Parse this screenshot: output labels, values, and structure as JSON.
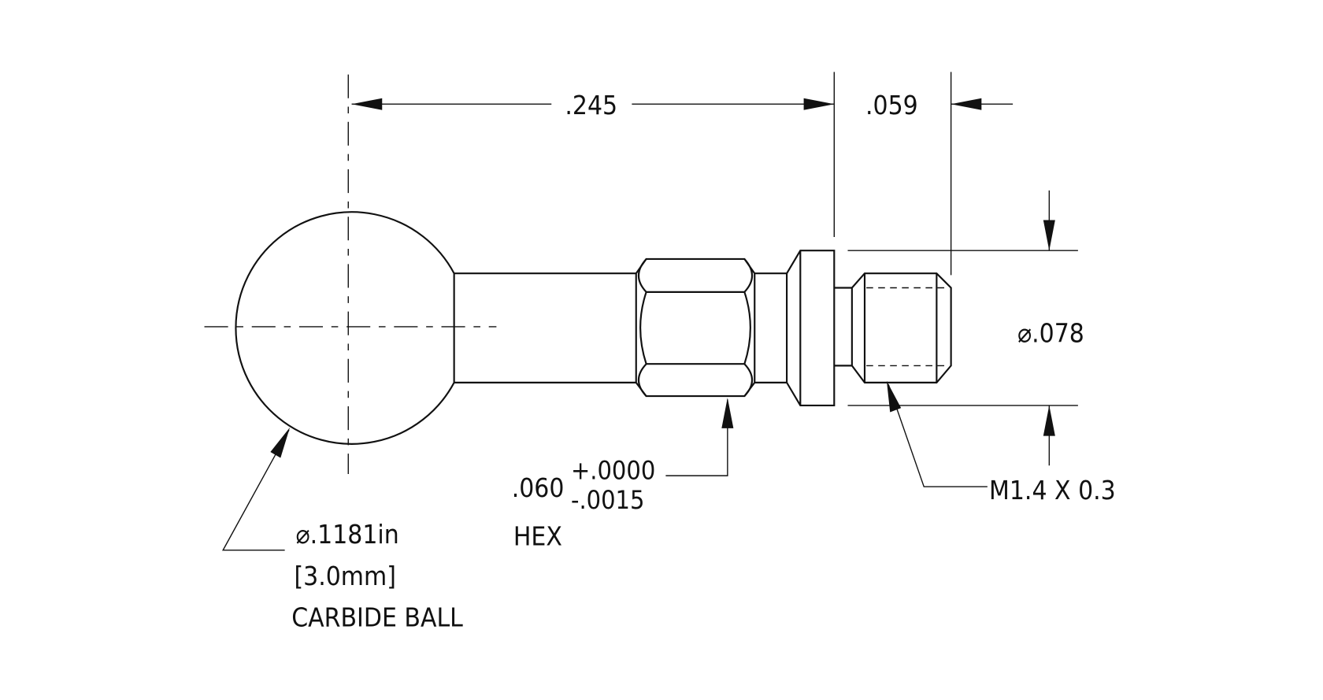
{
  "drawing": {
    "dim_length": ".245",
    "dim_flange": ".059",
    "dim_diameter": "⌀.078",
    "hex": {
      "nominal": ".060",
      "tol_plus": "+.0000",
      "tol_minus": "-.0015",
      "label": "HEX"
    },
    "thread": "M1.4 X 0.3",
    "ball": {
      "diameter_in": "⌀.1181in",
      "diameter_mm": "[3.0mm]",
      "label": "CARBIDE BALL"
    }
  }
}
